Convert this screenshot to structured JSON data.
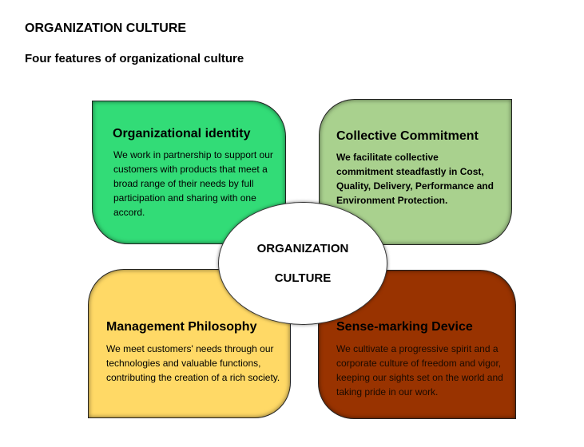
{
  "title": "ORGANIZATION CULTURE",
  "subtitle": "Four features of organizational culture",
  "center": {
    "line1": "ORGANIZATION",
    "line2": "CULTURE"
  },
  "features": [
    {
      "title": "Organizational identity",
      "text": "We work in partnership to support our customers with products that meet a broad range of their needs by full participation and sharing with one accord.",
      "color": "#32dc77"
    },
    {
      "title": "Collective Commitment",
      "text": "We facilitate collective commitment steadfastly in Cost, Quality, Delivery, Performance and Environment Protection.",
      "color": "#a9d18e"
    },
    {
      "title": "Management Philosophy",
      "text": "We meet customers' needs through our technologies and valuable functions, contributing the creation of a rich society.",
      "color": "#ffd966"
    },
    {
      "title": "Sense-marking Device",
      "text": "We cultivate a progressive spirit and a corporate culture of freedom and vigor, keeping our sights set on the world and taking pride in our work.",
      "color": "#993300"
    }
  ]
}
